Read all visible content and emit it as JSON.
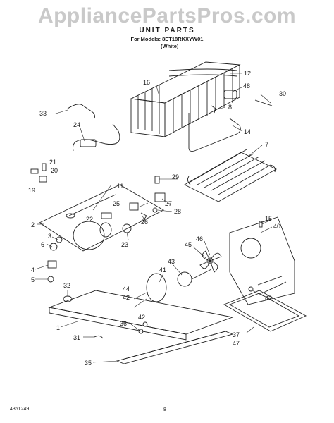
{
  "watermark": "AppliancePartsPros.com",
  "header": {
    "title": "UNIT PARTS",
    "models_line": "For Models: 8ET18RKXYW01",
    "variant": "(White)"
  },
  "footer": {
    "doc_code": "4361249",
    "page": "8"
  },
  "callouts": {
    "c1": "1",
    "c2": "2",
    "c3": "3",
    "c4": "4",
    "c5": "5",
    "c6": "6",
    "c7": "7",
    "c8": "8",
    "c11": "11",
    "c12": "12",
    "c14": "14",
    "c15": "15",
    "c16": "16",
    "c19": "19",
    "c20": "20",
    "c21": "21",
    "c22": "22",
    "c23": "23",
    "c24": "24",
    "c25": "25",
    "c26": "26",
    "c27": "27",
    "c28": "28",
    "c29": "29",
    "c30": "30",
    "c31": "31",
    "c32": "32",
    "c33": "33",
    "c35": "35",
    "c36": "36",
    "c37": "37",
    "c40": "40",
    "c41": "41",
    "c42a": "42",
    "c42b": "42",
    "c42c": "42",
    "c43": "43",
    "c44": "44",
    "c45": "45",
    "c46": "46",
    "c47": "47",
    "c48": "48"
  }
}
